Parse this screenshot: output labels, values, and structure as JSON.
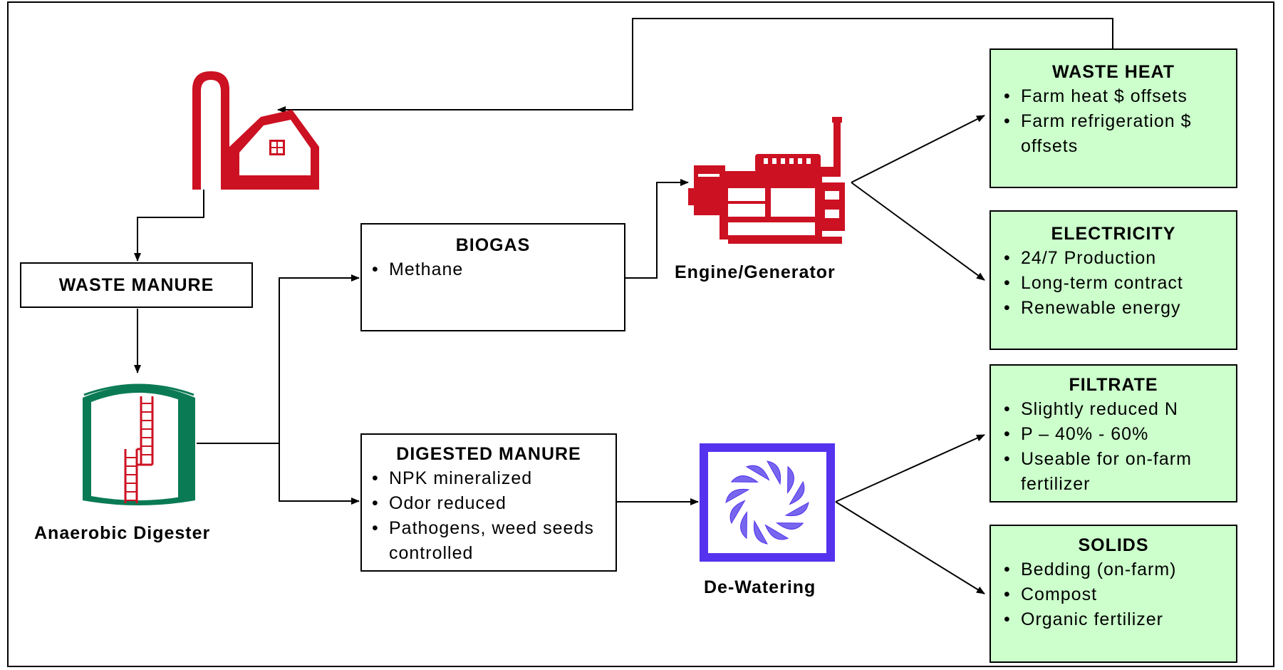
{
  "waste_manure": {
    "title": "WASTE MANURE"
  },
  "anaerobic_digester": {
    "label": "Anaerobic Digester"
  },
  "biogas": {
    "title": "BIOGAS",
    "items": [
      "Methane"
    ]
  },
  "digested_manure": {
    "title": "DIGESTED MANURE",
    "items": [
      "NPK mineralized",
      "Odor reduced",
      "Pathogens, weed seeds controlled"
    ]
  },
  "engine_generator": {
    "label": "Engine/Generator"
  },
  "dewatering": {
    "label": "De-Watering"
  },
  "waste_heat": {
    "title": "WASTE HEAT",
    "items": [
      "Farm heat $ offsets",
      "Farm refrigeration $ offsets"
    ]
  },
  "electricity": {
    "title": "ELECTRICITY",
    "items": [
      "24/7 Production",
      "Long-term contract",
      "Renewable energy"
    ]
  },
  "filtrate": {
    "title": "FILTRATE",
    "items": [
      "Slightly reduced N",
      "P – 40% - 60%",
      "Useable for on-farm fertilizer"
    ]
  },
  "solids": {
    "title": "SOLIDS",
    "items": [
      "Bedding (on-farm)",
      "Compost",
      "Organic fertilizer"
    ]
  },
  "colors": {
    "output_box_fill": "#ccffcc",
    "icon_red": "#cc1122",
    "digester_green": "#0a7a55",
    "dewatering_blue": "#5533ee"
  },
  "icons": [
    "barn-silo-icon",
    "digester-tank-icon",
    "engine-generator-icon",
    "dewatering-fan-icon"
  ]
}
